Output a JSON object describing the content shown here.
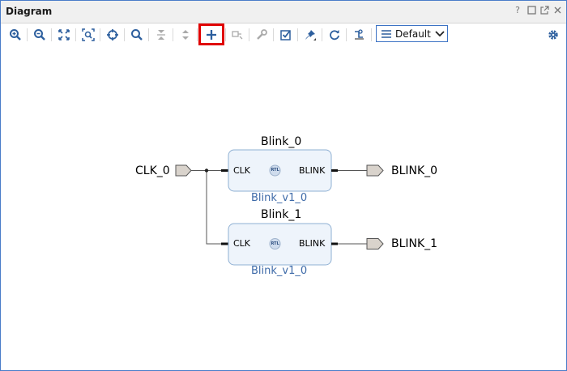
{
  "panel": {
    "title": "Diagram",
    "help": "?"
  },
  "toolbar": {
    "view_select": "Default View"
  },
  "diagram": {
    "input_port": "CLK_0",
    "blocks": [
      {
        "name": "Blink_0",
        "module": "Blink_v1_0",
        "pin_in": "CLK",
        "pin_out": "BLINK",
        "badge": "RTL",
        "output_port": "BLINK_0"
      },
      {
        "name": "Blink_1",
        "module": "Blink_v1_0",
        "pin_in": "CLK",
        "pin_out": "BLINK",
        "badge": "RTL",
        "output_port": "BLINK_1"
      }
    ]
  },
  "colors": {
    "highlight": "#e00000",
    "block_fill": "#eef4fb",
    "block_border": "#8fb0d3",
    "module_text": "#3d6aa8"
  }
}
